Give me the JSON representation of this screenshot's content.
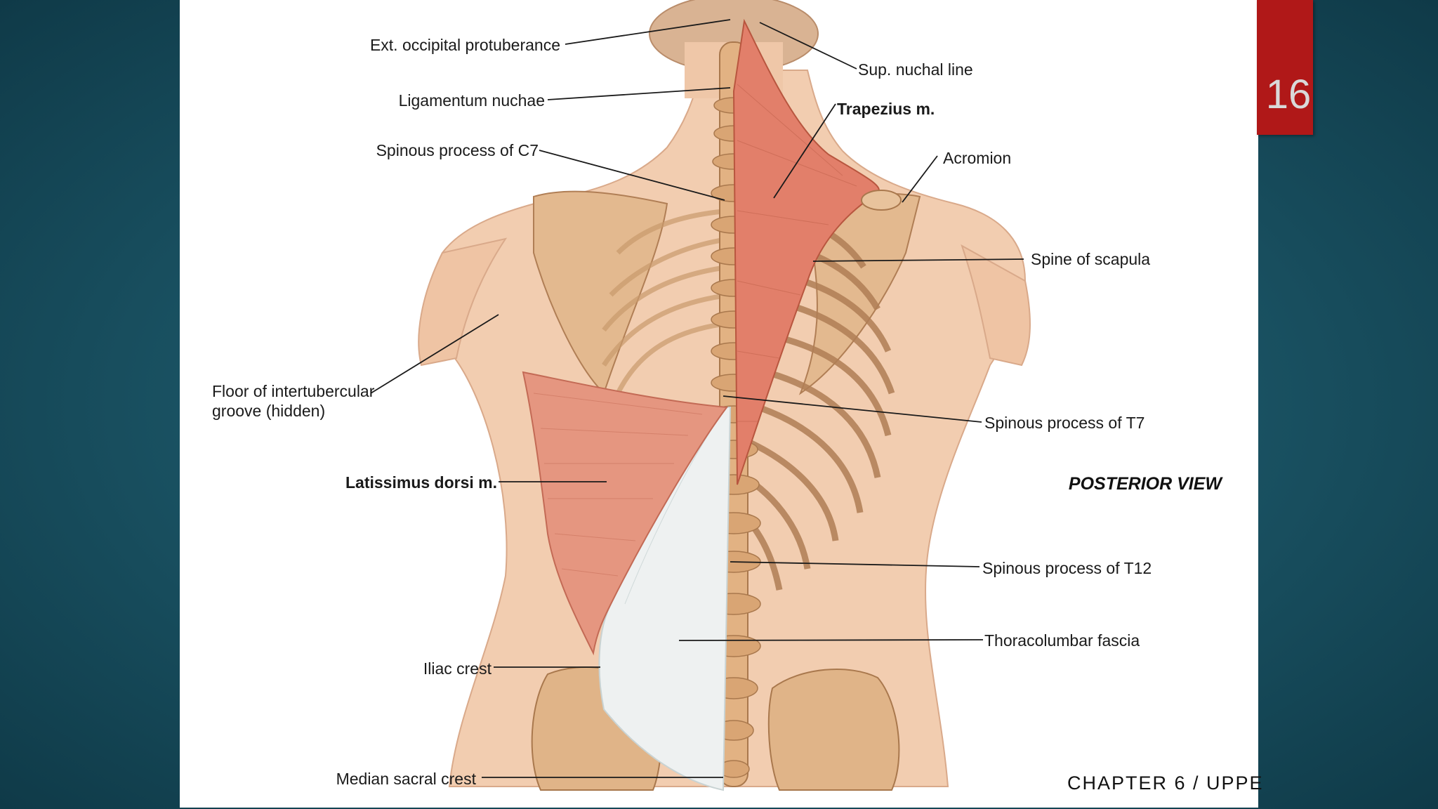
{
  "slide": {
    "page_number": "16",
    "colors": {
      "background": "#1b5566",
      "accent_box": "#b01818",
      "panel": "#ffffff"
    }
  },
  "figure": {
    "view_label": "POSTERIOR VIEW",
    "footer": "CHAPTER 6 / UPPE",
    "labels": {
      "ext_occipital": "Ext. occipital protuberance",
      "sup_nuchal": "Sup. nuchal line",
      "lig_nuchae": "Ligamentum nuchae",
      "trapezius": "Trapezius m.",
      "spinous_c7": "Spinous process of C7",
      "acromion": "Acromion",
      "spine_scapula": "Spine of scapula",
      "floor_1": "Floor of intertubercular",
      "floor_2": "groove (hidden)",
      "spinous_t7": "Spinous process of T7",
      "latissimus": "Latissimus dorsi m.",
      "spinous_t12": "Spinous process of T12",
      "thoracolumbar": "Thoracolumbar fascia",
      "iliac_crest": "Iliac crest",
      "median_sacral": "Median sacral crest"
    }
  }
}
